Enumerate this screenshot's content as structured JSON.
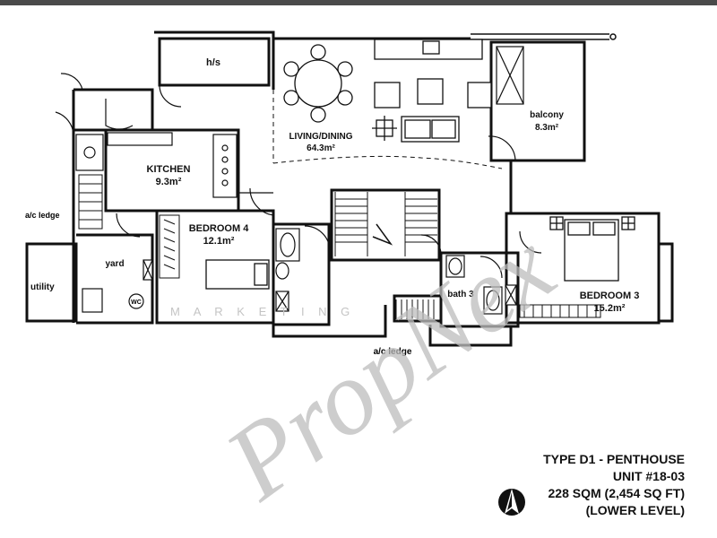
{
  "rooms": {
    "hs": "h/s",
    "living_name": "LIVING/DINING",
    "living_area": "64.3m²",
    "balcony_name": "balcony",
    "balcony_area": "8.3m²",
    "kitchen_name": "KITCHEN",
    "kitchen_area": "9.3m²",
    "bedroom4_name": "BEDROOM 4",
    "bedroom4_area": "12.1m²",
    "bedroom3_name": "BEDROOM 3",
    "bedroom3_area": "15.2m²",
    "yard": "yard",
    "utility": "utility",
    "bath3": "bath 3",
    "wc": "WC",
    "ac_ledge_left": "a/c ledge",
    "ac_ledge_bottom": "a/c ledge"
  },
  "watermark": {
    "brand": "PropNex",
    "tagline": "M A R K E T I N G"
  },
  "unit_info": {
    "type": "TYPE D1 - PENTHOUSE",
    "unit": "UNIT #18-03",
    "size": "228 SQM (2,454 SQ FT)",
    "level": "(LOWER LEVEL)"
  },
  "icons": {
    "north": "north-arrow-icon"
  }
}
